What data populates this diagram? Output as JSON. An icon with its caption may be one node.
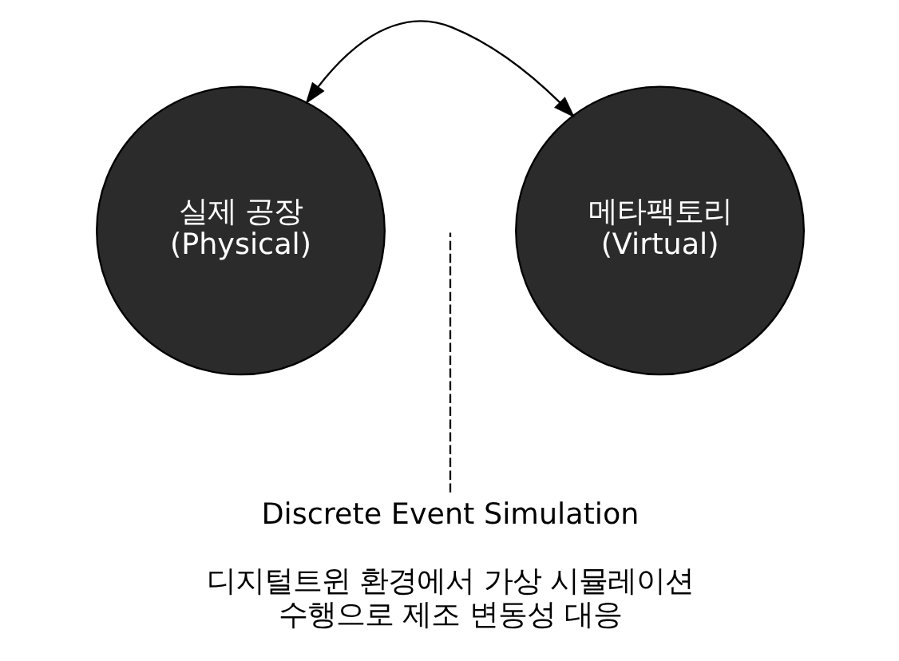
{
  "diagram": {
    "nodes": [
      {
        "text": [
          "실제 공장",
          "(Physical)"
        ]
      },
      {
        "text": [
          "메타팩토리",
          "(Virtual)"
        ]
      },
      {
        "text": [
          "Discrete Event Simulation",
          "디지털트윈 환경에서 가상 시뮬레이션 수행으로 제조 변동성 대응"
        ]
      }
    ],
    "edges": [
      {
        "from": 0,
        "to": 1,
        "arrow": "both"
      },
      {
        "from": 2,
        "to": null,
        "arrow": "none",
        "style": "dashed"
      }
    ]
  }
}
